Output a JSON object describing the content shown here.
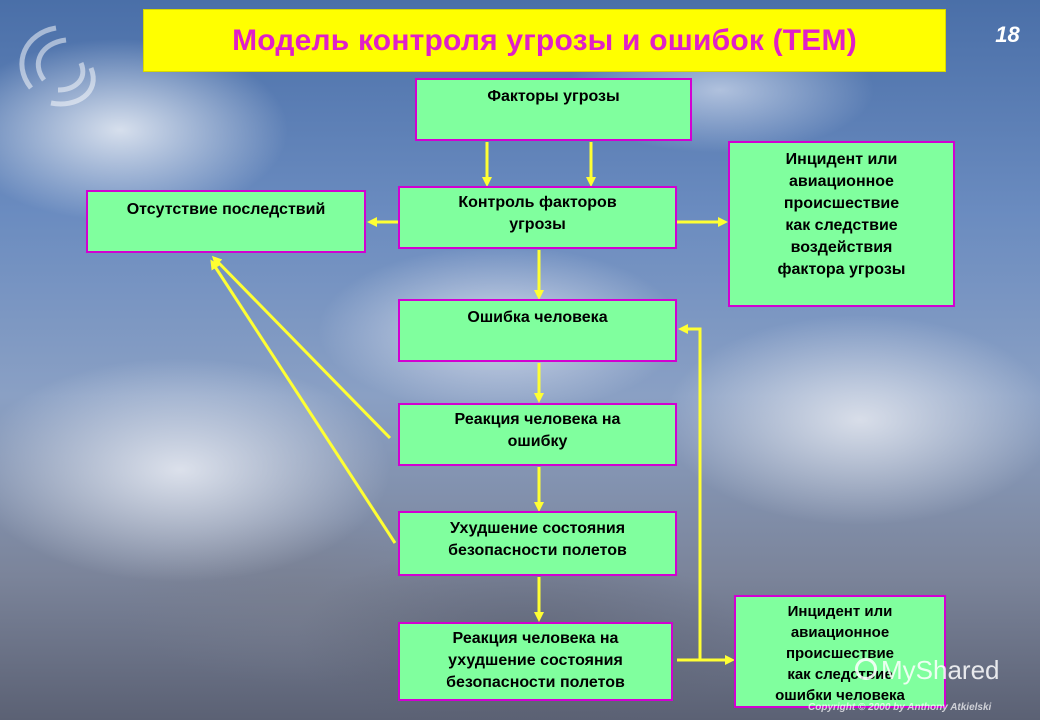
{
  "title": "Модель контроля угрозы и ошибок (ТЕМ)",
  "slide_number": "18",
  "boxes": {
    "threat_factors": "Факторы угрозы",
    "threat_control": [
      "Контроль факторов",
      "угрозы"
    ],
    "no_consequences": "Отсутствие последствий",
    "incident_threat": [
      "Инцидент или",
      "авиационное",
      "происшествие",
      "как следствие",
      "воздействия",
      "фактора угрозы"
    ],
    "human_error": "Ошибка человека",
    "error_reaction": [
      "Реакция человека  на",
      "ошибку"
    ],
    "safety_degradation": [
      "Ухудшение состояния",
      "безопасности полетов"
    ],
    "degradation_reaction": [
      "Реакция человека на",
      "ухудшение состояния",
      "безопасности полетов"
    ],
    "incident_error": [
      "Инцидент или",
      "авиационное",
      "происшествие",
      "как следствие",
      "ошибки человека"
    ]
  },
  "colors": {
    "title_bg": "#ffff00",
    "title_text": "#e020c8",
    "box_fill": "#80ff9e",
    "box_border": "#d200d2",
    "arrow": "#ffff33"
  },
  "watermark": "MyShared",
  "copyright": "Copyright © 2000 by Anthony Atkielski"
}
